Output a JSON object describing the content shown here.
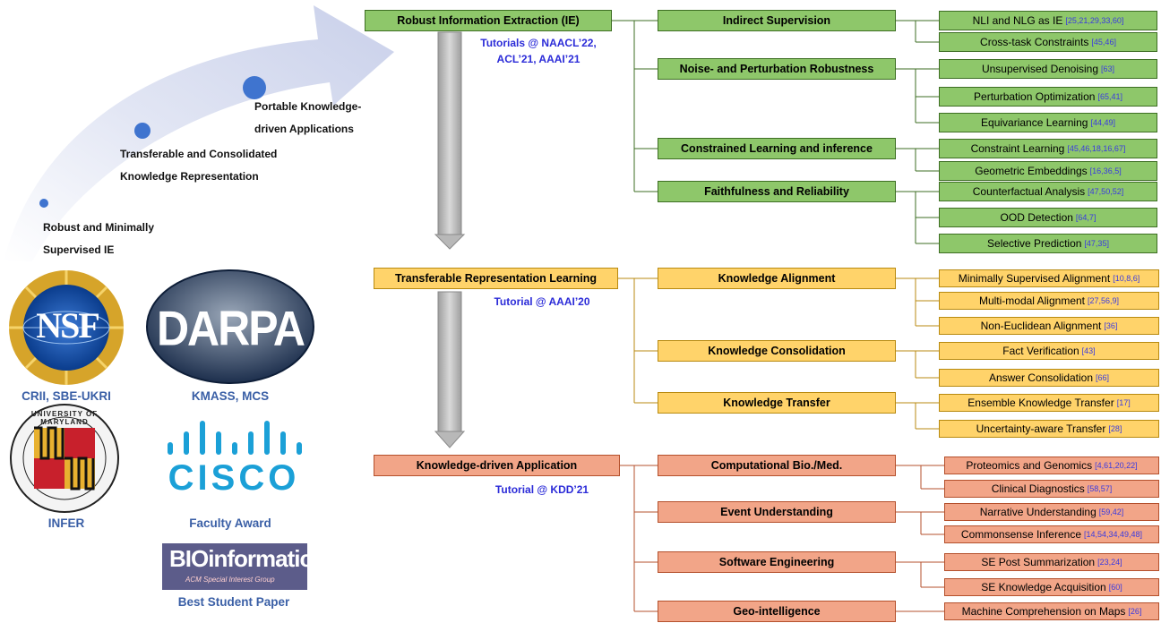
{
  "vision": {
    "stages": [
      "Robust and Minimally Supervised IE",
      "Transferable and Consolidated Knowledge Representation",
      "Portable Knowledge-driven Applications"
    ]
  },
  "funding": [
    {
      "logo_text": "NSF",
      "icon": "nsf-logo-icon",
      "label": "CRII, SBE-UKRI"
    },
    {
      "logo_text": "DARPA",
      "icon": "darpa-logo-icon",
      "label": "KMASS, MCS"
    },
    {
      "logo_text": "UNIVERSITY OF MARYLAND",
      "icon": "umd-seal-icon",
      "label": "INFER"
    },
    {
      "logo_text": "CISCO",
      "icon": "cisco-logo-icon",
      "label": "Faculty Award"
    },
    {
      "logo_text": "BIOinformatics",
      "logo_sub": "ACM Special Interest Group",
      "icon": "acm-bio-logo-icon",
      "label": "Best Student Paper"
    }
  ],
  "colors": {
    "green": "#8ec76a",
    "yellow": "#ffd36a",
    "red": "#f2a588",
    "tutorial": "#2b2bd8",
    "funding": "#3a5fa6"
  },
  "sections": [
    {
      "title": "Robust Information Extraction (IE)",
      "tutorial": "Tutorials @ NAACL’22, ACL’21, AAAI’21",
      "topics": [
        {
          "name": "Indirect Supervision",
          "leaves": [
            {
              "text": "NLI and NLG as IE",
              "ref": "[25,21,29,33,60]"
            },
            {
              "text": "Cross-task Constraints",
              "ref": "[45,46]"
            }
          ]
        },
        {
          "name": "Noise- and Perturbation Robustness",
          "leaves": [
            {
              "text": "Unsupervised Denoising",
              "ref": "[63]"
            },
            {
              "text": "Perturbation Optimization",
              "ref": "[65,41]"
            },
            {
              "text": "Equivariance Learning",
              "ref": "[44,49]"
            }
          ]
        },
        {
          "name": "Constrained Learning and inference",
          "leaves": [
            {
              "text": "Constraint Learning",
              "ref": "[45,46,18,16,67]"
            },
            {
              "text": "Geometric Embeddings",
              "ref": "[16,36,5]"
            }
          ]
        },
        {
          "name": "Faithfulness and Reliability",
          "leaves": [
            {
              "text": "Counterfactual Analysis",
              "ref": "[47,50,52]"
            },
            {
              "text": "OOD Detection",
              "ref": "[64,7]"
            },
            {
              "text": "Selective Prediction",
              "ref": "[47,35]"
            }
          ]
        }
      ]
    },
    {
      "title": "Transferable Representation Learning",
      "tutorial": "Tutorial @ AAAI’20",
      "topics": [
        {
          "name": "Knowledge Alignment",
          "leaves": [
            {
              "text": "Minimally Supervised Alignment",
              "ref": "[10,8,6]"
            },
            {
              "text": "Multi-modal Alignment",
              "ref": "[27,56,9]"
            },
            {
              "text": "Non-Euclidean Alignment",
              "ref": "[36]"
            }
          ]
        },
        {
          "name": "Knowledge Consolidation",
          "leaves": [
            {
              "text": "Fact Verification",
              "ref": "[43]"
            },
            {
              "text": "Answer Consolidation",
              "ref": "[66]"
            }
          ]
        },
        {
          "name": "Knowledge Transfer",
          "leaves": [
            {
              "text": "Ensemble Knowledge Transfer",
              "ref": "[17]"
            },
            {
              "text": "Uncertainty-aware Transfer",
              "ref": "[28]"
            }
          ]
        }
      ]
    },
    {
      "title": "Knowledge-driven Application",
      "tutorial": "Tutorial @ KDD’21",
      "topics": [
        {
          "name": "Computational Bio./Med.",
          "leaves": [
            {
              "text": "Proteomics and Genomics",
              "ref": "[4,61,20,22]"
            },
            {
              "text": "Clinical Diagnostics",
              "ref": "[58,57]"
            }
          ]
        },
        {
          "name": "Event Understanding",
          "leaves": [
            {
              "text": "Narrative Understanding",
              "ref": "[59,42]"
            },
            {
              "text": "Commonsense Inference",
              "ref": "[14,54,34,49,48]"
            }
          ]
        },
        {
          "name": "Software Engineering",
          "leaves": [
            {
              "text": "SE Post Summarization",
              "ref": "[23,24]"
            },
            {
              "text": "SE Knowledge Acquisition",
              "ref": "[60]"
            }
          ]
        },
        {
          "name": "Geo-intelligence",
          "leaves": [
            {
              "text": "Machine Comprehension on Maps",
              "ref": "[26]"
            }
          ]
        }
      ]
    }
  ]
}
